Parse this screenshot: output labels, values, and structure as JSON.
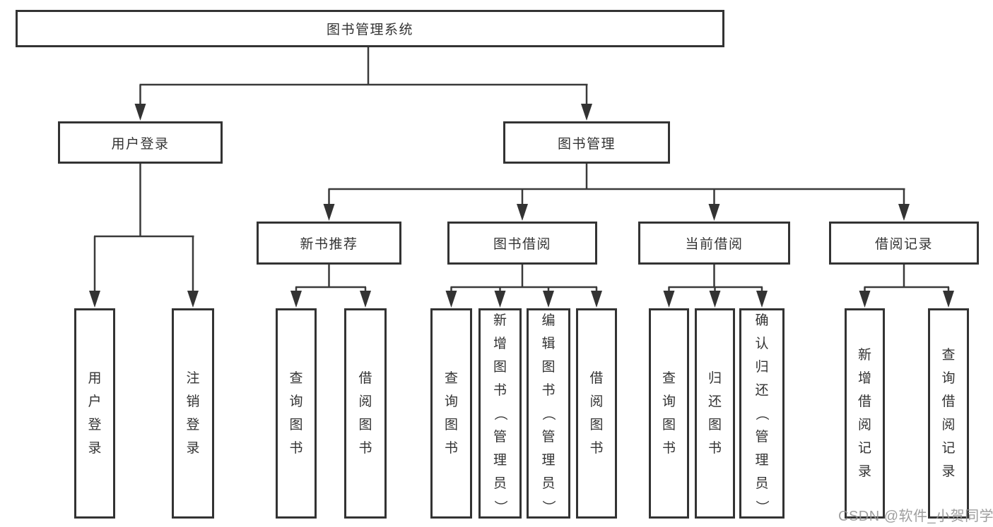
{
  "diagram": {
    "title": "图书管理系统",
    "root": {
      "label": "图书管理系统"
    },
    "level2": [
      {
        "label": "用户登录"
      },
      {
        "label": "图书管理"
      }
    ],
    "level3": [
      {
        "label": "新书推荐",
        "parent": "图书管理"
      },
      {
        "label": "图书借阅",
        "parent": "图书管理"
      },
      {
        "label": "当前借阅",
        "parent": "图书管理"
      },
      {
        "label": "借阅记录",
        "parent": "图书管理"
      }
    ],
    "leaves": [
      {
        "label": "用户登录",
        "parent": "用户登录"
      },
      {
        "label": "注销登录",
        "parent": "用户登录"
      },
      {
        "label": "查询图书",
        "parent": "新书推荐"
      },
      {
        "label": "借阅图书",
        "parent": "新书推荐"
      },
      {
        "label": "查询图书",
        "parent": "图书借阅"
      },
      {
        "label": "新增图书（管理员）",
        "parent": "图书借阅"
      },
      {
        "label": "编辑图书（管理员）",
        "parent": "图书借阅"
      },
      {
        "label": "借阅图书",
        "parent": "图书借阅"
      },
      {
        "label": "查询图书",
        "parent": "当前借阅"
      },
      {
        "label": "归还图书",
        "parent": "当前借阅"
      },
      {
        "label": "确认归还（管理员）",
        "parent": "当前借阅"
      },
      {
        "label": "新增借阅记录",
        "parent": "借阅记录"
      },
      {
        "label": "查询借阅记录",
        "parent": "借阅记录"
      }
    ]
  },
  "watermark": {
    "text": "CSDN @软件_小贺同学"
  },
  "colors": {
    "border": "#333333",
    "line": "#3a3a3a",
    "text": "#333333",
    "watermark": "#949494"
  }
}
